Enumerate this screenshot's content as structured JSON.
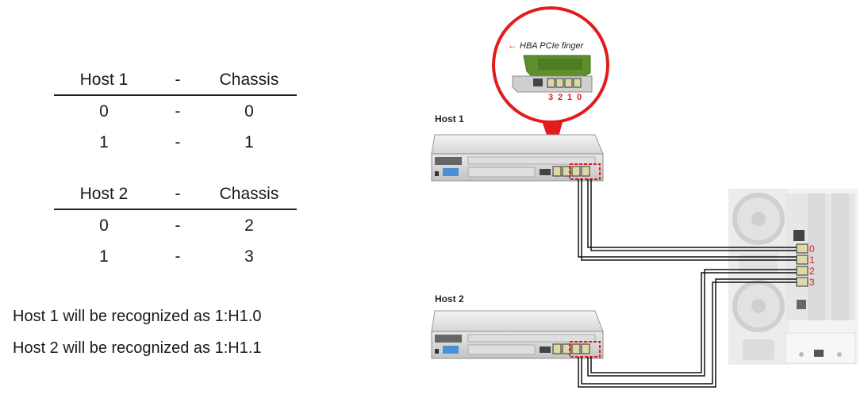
{
  "tables": [
    {
      "headers": [
        "Host 1",
        "-",
        "Chassis"
      ],
      "rows": [
        [
          "0",
          "-",
          "0"
        ],
        [
          "1",
          "-",
          "1"
        ]
      ]
    },
    {
      "headers": [
        "Host 2",
        "-",
        "Chassis"
      ],
      "rows": [
        [
          "0",
          "-",
          "2"
        ],
        [
          "1",
          "-",
          "3"
        ]
      ]
    }
  ],
  "notes": [
    "Host 1 will be recognized as 1:H1.0",
    "Host 2 will be recognized as 1:H1.1"
  ],
  "diagram": {
    "callout_label": "HBA PCIe finger",
    "callout_arrow": "←",
    "port_numbers": [
      "3",
      "2",
      "1",
      "0"
    ],
    "host1_label": "Host 1",
    "host2_label": "Host 2",
    "chassis_ports": [
      "0",
      "1",
      "2",
      "3"
    ],
    "accent_color": "#e02020",
    "cable_color": "#111111"
  }
}
